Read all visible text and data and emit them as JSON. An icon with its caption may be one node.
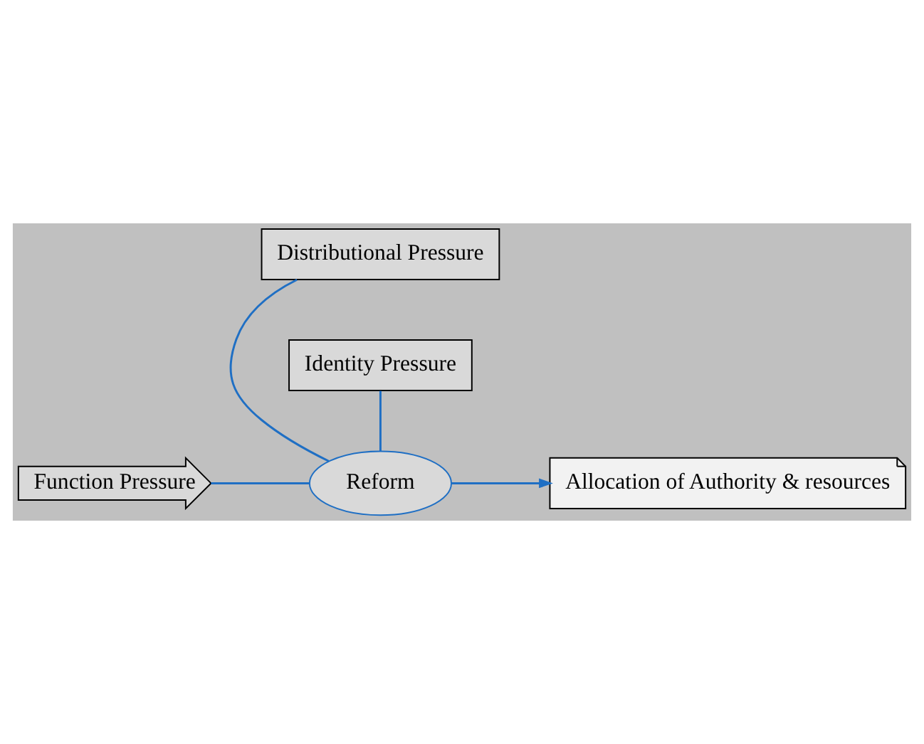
{
  "diagram": {
    "nodes": [
      {
        "text": [
          "Distributional Pressure"
        ]
      },
      {
        "text": [
          "Function Pressure"
        ]
      },
      {
        "text": [
          "Reform"
        ]
      },
      {
        "text": [
          "Allocation of Authority & resources"
        ]
      },
      {
        "text": [
          "Identity Pressure"
        ]
      }
    ],
    "edges": [
      {
        "from": 0,
        "to": 2,
        "arrow": "none"
      },
      {
        "from": 1,
        "to": 2,
        "arrow": "none"
      },
      {
        "from": 2,
        "to": 3,
        "arrow": "to"
      },
      {
        "from": 4,
        "to": 2,
        "arrow": "none"
      }
    ]
  }
}
